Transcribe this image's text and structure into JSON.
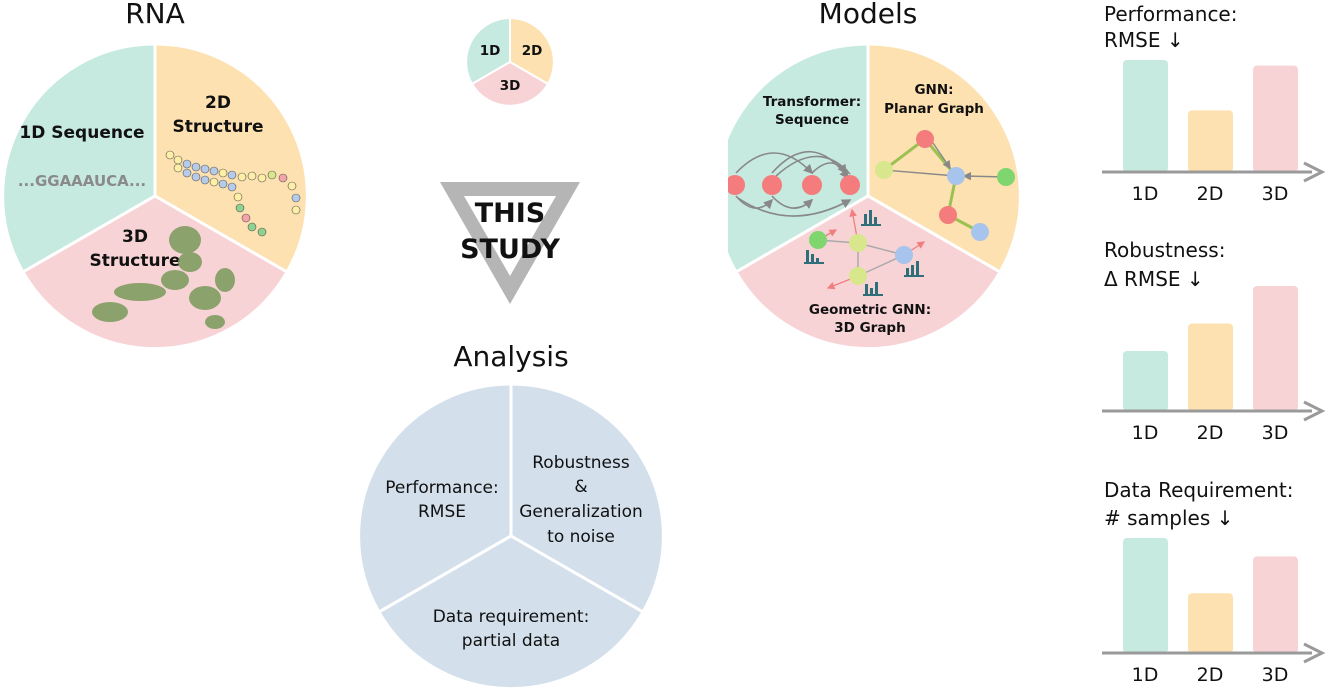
{
  "colors": {
    "one_d": "#c6e9e0",
    "two_d": "#fde1b0",
    "three_d": "#f8d3d6",
    "analysis": "#d3dfeb",
    "axis": "#9a9a9a"
  },
  "rna": {
    "title": "RNA",
    "seg_1d_label": "1D Sequence",
    "seg_1d_seq": "...GGAAAUCA...",
    "seg_2d_line1": "2D",
    "seg_2d_line2": "Structure",
    "seg_3d_line1": "3D",
    "seg_3d_line2": "Structure"
  },
  "legend": {
    "one": "1D",
    "two": "2D",
    "three": "3D"
  },
  "this_study": {
    "line1": "THIS",
    "line2": "STUDY"
  },
  "models": {
    "title": "Models",
    "transformer_line1": "Transformer:",
    "transformer_line2": "Sequence",
    "gnn_line1": "GNN:",
    "gnn_line2": "Planar Graph",
    "geo_line1": "Geometric GNN:",
    "geo_line2": "3D Graph"
  },
  "analysis": {
    "title": "Analysis",
    "perf_line1": "Performance:",
    "perf_line2": "RMSE",
    "rob_line1": "Robustness",
    "rob_line2": "&",
    "rob_line3": "Generalization",
    "rob_line4": "to noise",
    "data_line1": "Data requirement:",
    "data_line2": "partial data"
  },
  "panels": [
    {
      "title_line1": "Performance:",
      "title_line2": "RMSE ↓",
      "labels": [
        "1D",
        "2D",
        "3D"
      ],
      "values": [
        1.0,
        0.55,
        0.95
      ]
    },
    {
      "title_line1": "Robustness:",
      "title_line2": "Δ RMSE ↓",
      "labels": [
        "1D",
        "2D",
        "3D"
      ],
      "values": [
        0.48,
        0.7,
        1.0
      ]
    },
    {
      "title_line1": "Data Requirement:",
      "title_line2": "# samples ↓",
      "labels": [
        "1D",
        "2D",
        "3D"
      ],
      "values": [
        1.0,
        0.52,
        0.84
      ]
    }
  ]
}
